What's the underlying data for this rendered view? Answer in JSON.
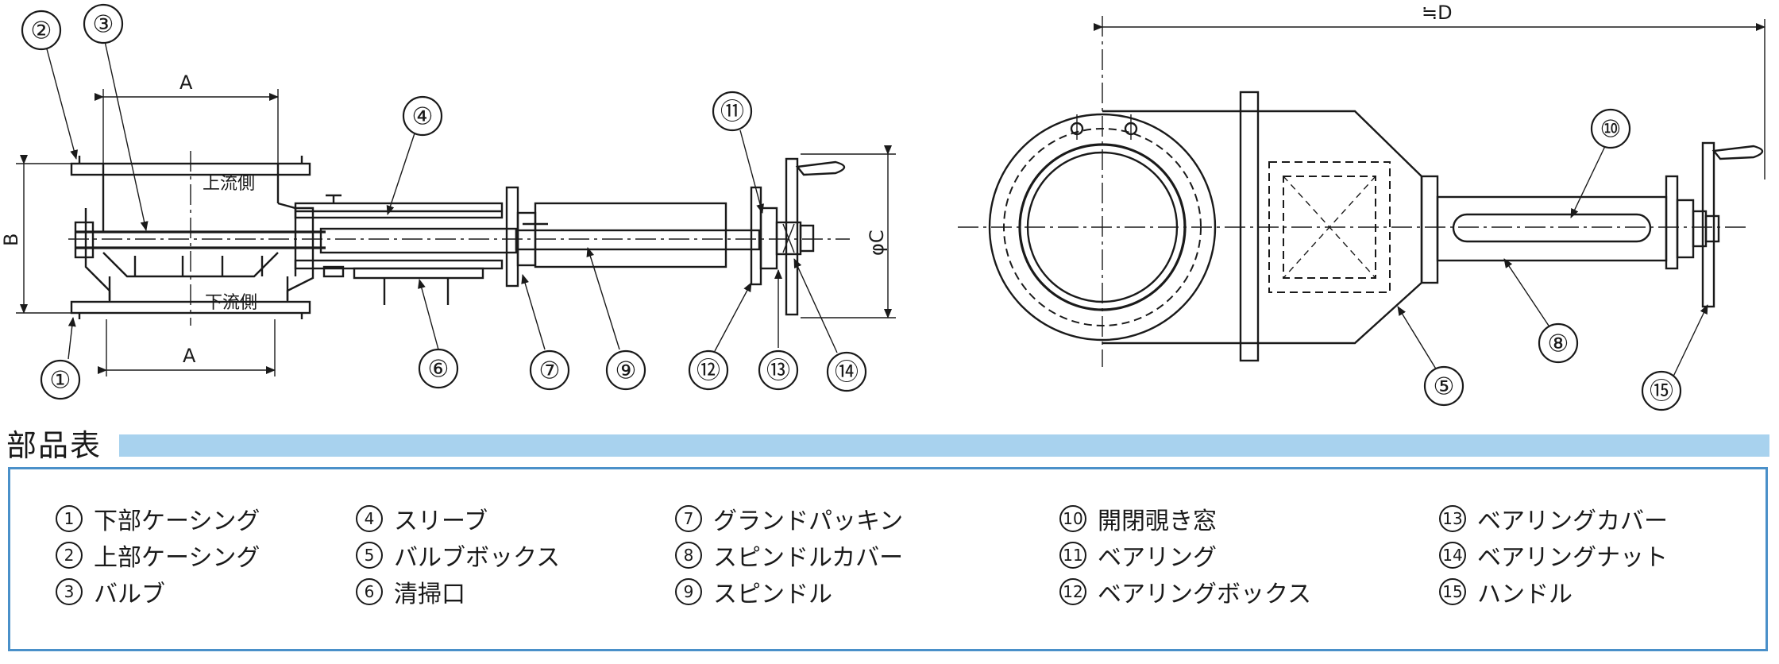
{
  "drawing": {
    "labels": {
      "dim_a_top": "A",
      "dim_a_bottom": "A",
      "dim_b": "B",
      "dim_c": "φC",
      "dim_d": "≒D",
      "upstream_side": "上流側",
      "downstream_side": "下流側"
    },
    "balloons": [
      "①",
      "②",
      "③",
      "④",
      "⑤",
      "⑥",
      "⑦",
      "⑧",
      "⑨",
      "⑩",
      "⑪",
      "⑫",
      "⑬",
      "⑭",
      "⑮"
    ]
  },
  "parts_table": {
    "title": "部品表",
    "columns": [
      [
        {
          "num": "1",
          "name": "下部ケーシング"
        },
        {
          "num": "2",
          "name": "上部ケーシング"
        },
        {
          "num": "3",
          "name": "バルブ"
        }
      ],
      [
        {
          "num": "4",
          "name": "スリーブ"
        },
        {
          "num": "5",
          "name": "バルブボックス"
        },
        {
          "num": "6",
          "name": "清掃口"
        }
      ],
      [
        {
          "num": "7",
          "name": "グランドパッキン"
        },
        {
          "num": "8",
          "name": "スピンドルカバー"
        },
        {
          "num": "9",
          "name": "スピンドル"
        }
      ],
      [
        {
          "num": "10",
          "name": "開閉覗き窓"
        },
        {
          "num": "11",
          "name": "ベアリング"
        },
        {
          "num": "12",
          "name": "ベアリングボックス"
        }
      ],
      [
        {
          "num": "13",
          "name": "ベアリングカバー"
        },
        {
          "num": "14",
          "name": "ベアリングナット"
        },
        {
          "num": "15",
          "name": "ハンドル"
        }
      ]
    ]
  }
}
